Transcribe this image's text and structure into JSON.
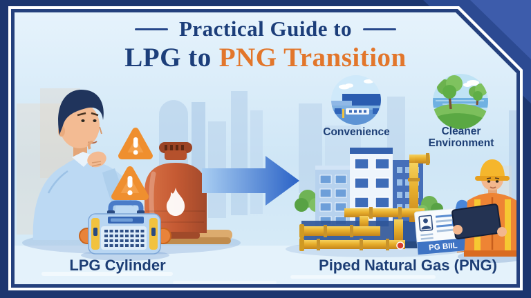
{
  "title": {
    "line1": "Practical Guide to",
    "line2_navy": "LPG to",
    "line2_orange": "PNG Transition"
  },
  "benefit_badges": [
    {
      "label": "Convenience",
      "icon": "kitchen-stove-icon"
    },
    {
      "label": "Cleaner Environment",
      "icon": "green-landscape-icon"
    }
  ],
  "left_scene": {
    "caption": "LPG Cylinder",
    "icons": [
      "warning-icon",
      "warning-icon",
      "flame-icon"
    ]
  },
  "right_scene": {
    "caption": "Piped Natural Gas (PNG)",
    "bill_sign_label": "PG BIIL"
  },
  "colors": {
    "frame_navy": "#1d366f",
    "title_navy": "#1c3e7a",
    "accent_orange": "#e2762b",
    "arrow_blue": "#2a62c6",
    "pipe_gold": "#e8b232",
    "cylinder_red": "#c25a32",
    "background_sky": "#d9ecfa"
  }
}
